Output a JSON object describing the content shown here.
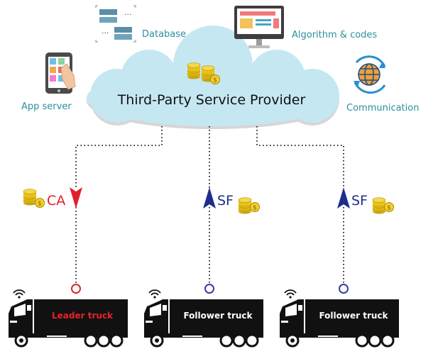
{
  "cloud": {
    "title": "Third-Party Service Provider"
  },
  "services": {
    "database": "Database",
    "algorithm": "Algorithm & codes",
    "app_server": "App server",
    "communication": "Communication"
  },
  "flows": [
    {
      "label": "CA",
      "direction": "down",
      "color": "#e0202a"
    },
    {
      "label": "SF",
      "direction": "up",
      "color": "#1e2e8c"
    },
    {
      "label": "SF",
      "direction": "up",
      "color": "#1e2e8c"
    }
  ],
  "trucks": [
    {
      "label": "Leader truck",
      "label_color": "#e8202a",
      "port_color": "#d62a2a"
    },
    {
      "label": "Follower truck",
      "label_color": "#ffffff",
      "port_color": "#3a3aa8"
    },
    {
      "label": "Follower truck",
      "label_color": "#ffffff",
      "port_color": "#3a3aa8"
    }
  ],
  "colors": {
    "cloud_fill": "#c5e7f2",
    "service_text": "#2c8fa0",
    "coin": "#e8c21a",
    "coin_edge": "#b08a08"
  }
}
